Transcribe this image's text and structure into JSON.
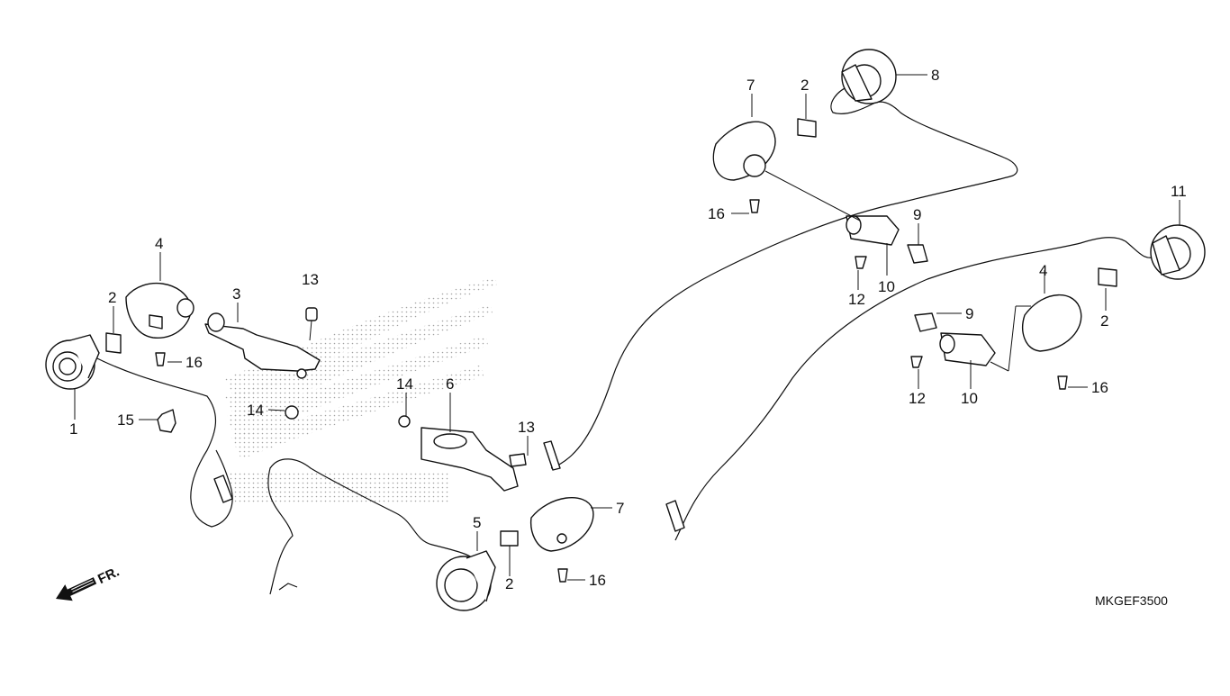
{
  "diagram": {
    "code": "MKGEF3500",
    "direction_label": "FR.",
    "callouts": [
      "1",
      "2",
      "3",
      "4",
      "13",
      "14",
      "16",
      "15",
      "6",
      "14",
      "13",
      "5",
      "2",
      "7",
      "16",
      "7",
      "2",
      "16",
      "8",
      "9",
      "10",
      "12",
      "11",
      "4",
      "9",
      "2",
      "12",
      "10",
      "16"
    ]
  }
}
